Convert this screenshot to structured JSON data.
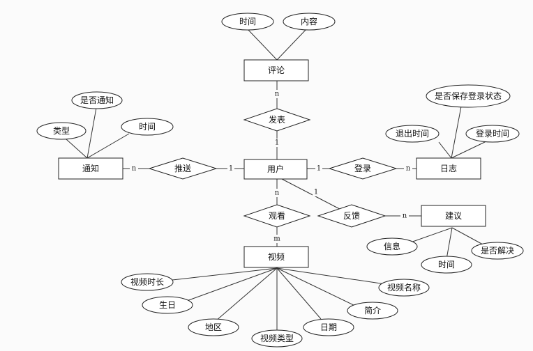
{
  "entities": {
    "comment": "评论",
    "notice": "通知",
    "user": "用户",
    "log": "日志",
    "suggestion": "建议",
    "video": "视频"
  },
  "relationships": {
    "post": "发表",
    "push": "推送",
    "login": "登录",
    "watch": "观看",
    "feedback": "反馈"
  },
  "attributes": {
    "comment_time": "时间",
    "comment_content": "内容",
    "notice_is_notified": "是否通知",
    "notice_type": "类型",
    "notice_time": "时间",
    "log_keep_login": "是否保存登录状态",
    "log_logout_time": "退出时间",
    "log_login_time": "登录时间",
    "suggestion_info": "信息",
    "suggestion_time": "时间",
    "suggestion_resolved": "是否解决",
    "video_duration": "视频时长",
    "video_birthday": "生日",
    "video_region": "地区",
    "video_type": "视频类型",
    "video_date": "日期",
    "video_intro": "简介",
    "video_name": "视频名称"
  },
  "cardinalities": {
    "comment_post": "n",
    "post_user": "1",
    "notice_push": "n",
    "push_user": "1",
    "user_login": "1",
    "login_log": "n",
    "user_watch": "n",
    "watch_video": "m",
    "user_feedback": "1",
    "feedback_suggestion": "n"
  }
}
